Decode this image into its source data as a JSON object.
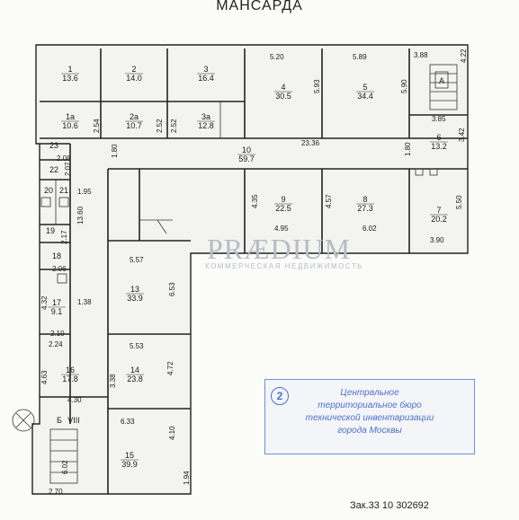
{
  "title": "МАНСАРДА",
  "document_number": "Зак.33 10 302692",
  "watermark": {
    "brand": "PRÆDIUM",
    "subtitle": "КОММЕРЧЕСКАЯ НЕДВИЖИМОСТЬ"
  },
  "stamp": {
    "number": "2",
    "lines": [
      "Центральное",
      "территориальное бюро",
      "технической инвентаризации",
      "города Москвы"
    ]
  },
  "rooms": [
    {
      "id": "1",
      "number": "1",
      "area": "13.6"
    },
    {
      "id": "2",
      "number": "2",
      "area": "14.0"
    },
    {
      "id": "3",
      "number": "3",
      "area": "16.4"
    },
    {
      "id": "4",
      "number": "4",
      "area": "30.5"
    },
    {
      "id": "5",
      "number": "5",
      "area": "34.4"
    },
    {
      "id": "1a",
      "number": "1а",
      "area": "10.6"
    },
    {
      "id": "2a",
      "number": "2а",
      "area": "10.7"
    },
    {
      "id": "3a",
      "number": "3а",
      "area": "12.8"
    },
    {
      "id": "6",
      "number": "6",
      "area": "13.2"
    },
    {
      "id": "10",
      "number": "10",
      "area": "59.7"
    },
    {
      "id": "9",
      "number": "9",
      "area": "22.5"
    },
    {
      "id": "8",
      "number": "8",
      "area": "27.3"
    },
    {
      "id": "7",
      "number": "7",
      "area": "20.2"
    },
    {
      "id": "13",
      "number": "13",
      "area": "33.9"
    },
    {
      "id": "14",
      "number": "14",
      "area": "23.8"
    },
    {
      "id": "15",
      "number": "15",
      "area": "39.9"
    },
    {
      "id": "16",
      "number": "16",
      "area": "17.8"
    },
    {
      "id": "17",
      "number": "17",
      "area": "9.1"
    },
    {
      "id": "18",
      "number": "18",
      "area": ""
    },
    {
      "id": "19",
      "number": "19",
      "area": ""
    },
    {
      "id": "20",
      "number": "20",
      "area": ""
    },
    {
      "id": "21",
      "number": "21",
      "area": ""
    },
    {
      "id": "22",
      "number": "22",
      "area": ""
    },
    {
      "id": "23",
      "number": "23",
      "area": ""
    }
  ],
  "stairs": [
    {
      "id": "A",
      "label": "A"
    },
    {
      "id": "B",
      "label": "Б"
    },
    {
      "id": "VIII",
      "label": "VIII"
    }
  ],
  "dimensions": [
    "5.20",
    "5.89",
    "3.88",
    "4.22",
    "5.93",
    "5.90",
    "2.54",
    "2.52",
    "2.52",
    "3.85",
    "3.42",
    "1.80",
    "23.36",
    "1.80",
    "2.08",
    "2.07",
    "1.95",
    "4.35",
    "4.57",
    "5.50",
    "4.95",
    "6.02",
    "3.90",
    "13.60",
    "2.17",
    "2.06",
    "5.57",
    "6.53",
    "4.32",
    "1.38",
    "2.10",
    "2.24",
    "5.53",
    "4.72",
    "3.38",
    "4.63",
    "4.30",
    "6.33",
    "4.10",
    "6.02",
    "1.94",
    "2.70"
  ]
}
